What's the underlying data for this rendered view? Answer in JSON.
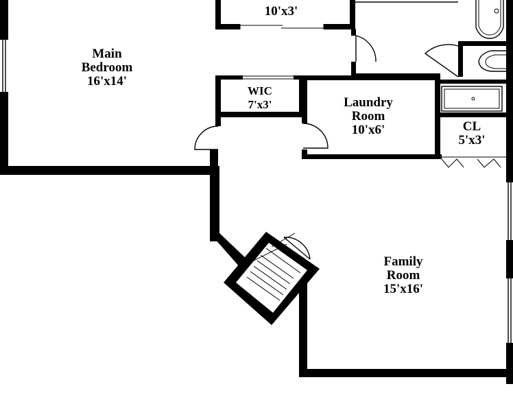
{
  "floor_plan": {
    "rooms": {
      "top_closet": {
        "name": "",
        "dims": "10'x3'"
      },
      "main_bedroom": {
        "name_line1": "Main",
        "name_line2": "Bedroom",
        "dims": "16'x14'"
      },
      "wic": {
        "name": "WIC",
        "dims": "7'x3'"
      },
      "laundry": {
        "name_line1": "Laundry",
        "name_line2": "Room",
        "dims": "10'x6'"
      },
      "cl": {
        "name": "CL",
        "dims": "5'x3'"
      },
      "family_room": {
        "name_line1": "Family",
        "name_line2": "Room",
        "dims": "15'x16'"
      }
    },
    "colors": {
      "wall": "#000000",
      "background": "#ffffff"
    }
  }
}
